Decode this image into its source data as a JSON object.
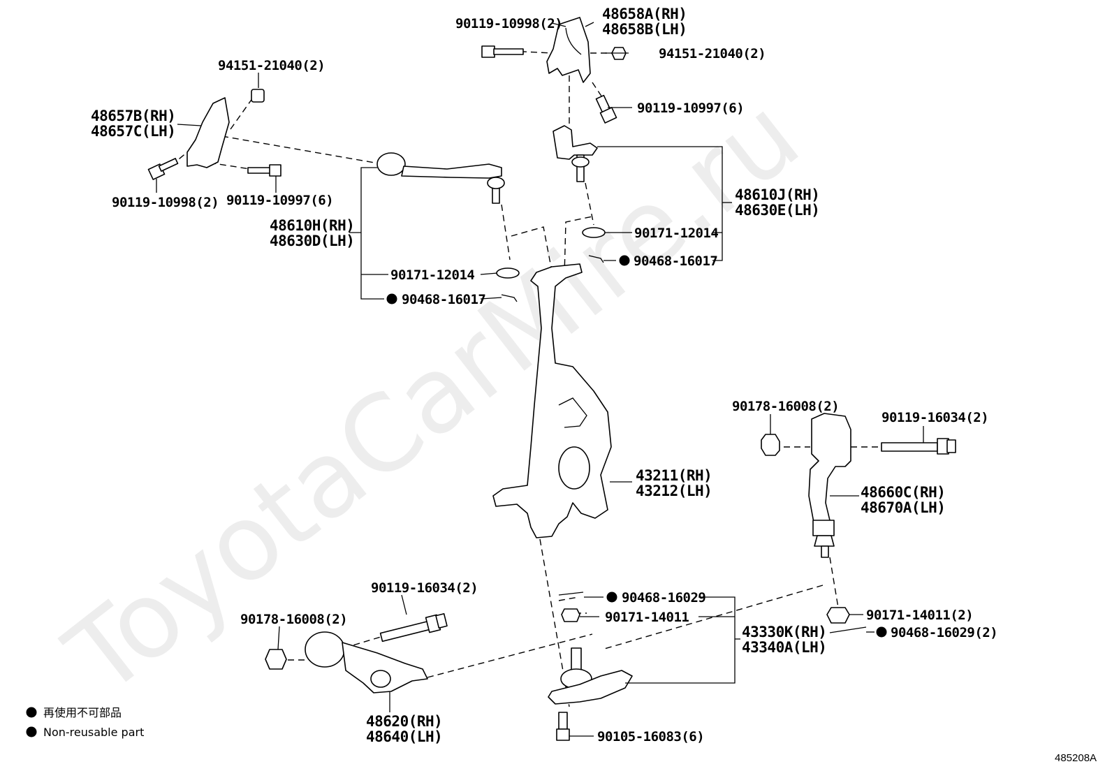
{
  "watermark": "ToyotaCarMire.ru",
  "figure_id": "485208A",
  "legend": {
    "jp": "再使用不可部品",
    "en": "Non-reusable part"
  },
  "labels": {
    "upper_bracket_bolt": "90119-10998(2)",
    "upper_bracket_rh": "48658A(RH)",
    "upper_bracket_lh": "48658B(LH)",
    "upper_bracket_nut": "94151-21040(2)",
    "upper_bracket_bolt2": "90119-10997(6)",
    "left_bracket_nut": "94151-21040(2)",
    "left_bracket_rh": "48657B(RH)",
    "left_bracket_lh": "48657C(LH)",
    "left_bracket_bolt": "90119-10998(2)",
    "left_bracket_bolt2": "90119-10997(6)",
    "front_arm_rh": "48610H(RH)",
    "front_arm_lh": "48630D(LH)",
    "front_arm_nut": "90171-12014",
    "front_arm_pin": "90468-16017",
    "rear_arm_rh": "48610J(RH)",
    "rear_arm_lh": "48630E(LH)",
    "rear_arm_nut": "90171-12014",
    "rear_arm_pin": "90468-16017",
    "knuckle_rh": "43211(RH)",
    "knuckle_lh": "43212(LH)",
    "strut_arm_nut": "90178-16008(2)",
    "strut_arm_bolt": "90119-16034(2)",
    "strut_arm_rh": "48660C(RH)",
    "strut_arm_lh": "48670A(LH)",
    "strut_arm_ball_nut": "90171-14011(2)",
    "strut_arm_pin": "90468-16029(2)",
    "ball_joint_pin": "90468-16029",
    "ball_joint_nut": "90171-14011",
    "ball_joint_rh": "43330K(RH)",
    "ball_joint_lh": "43340A(LH)",
    "ball_joint_bolt": "90105-16083(6)",
    "lower_arm_bolt": "90119-16034(2)",
    "lower_arm_nut": "90178-16008(2)",
    "lower_arm_rh": "48620(RH)",
    "lower_arm_lh": "48640(LH)"
  }
}
